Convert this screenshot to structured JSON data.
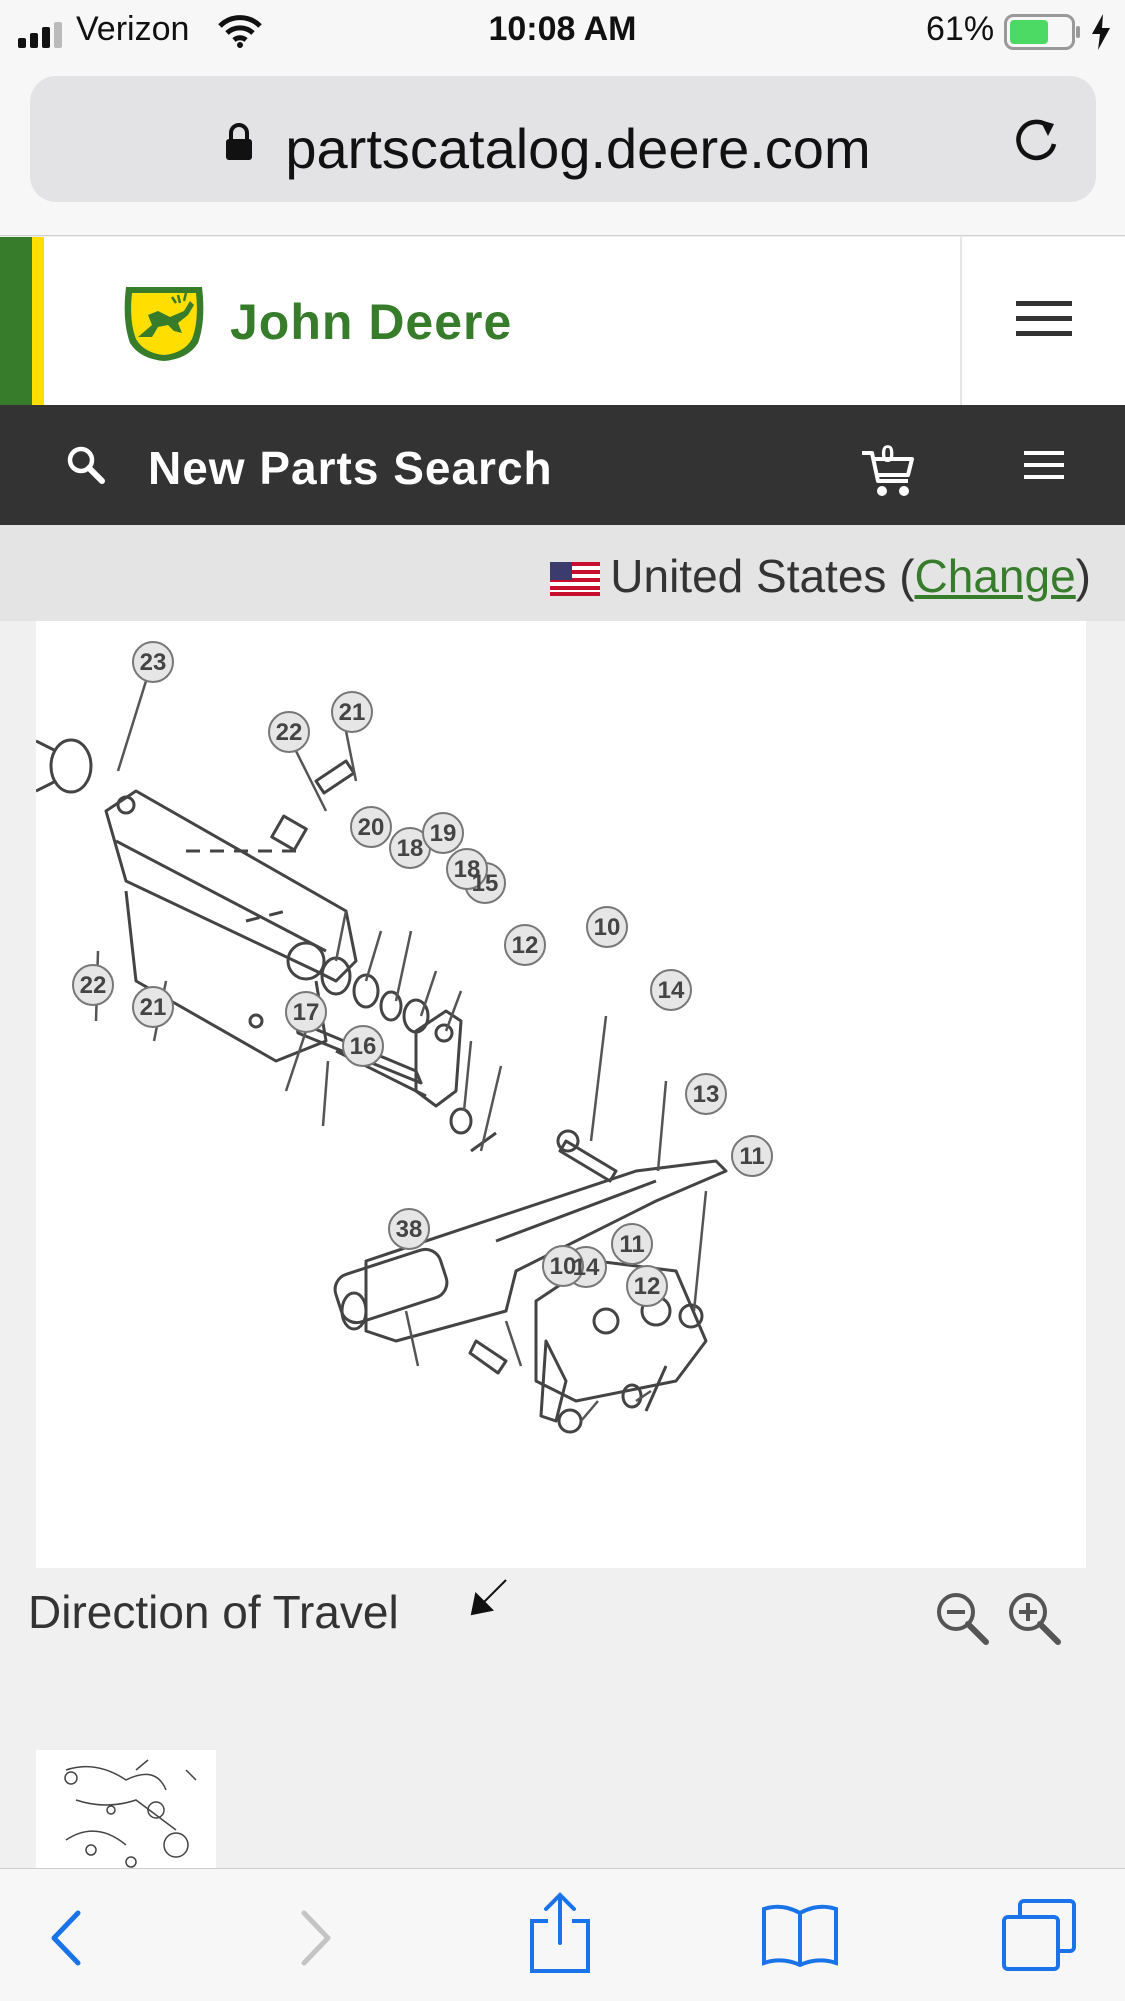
{
  "status_bar": {
    "carrier": "Verizon",
    "time": "10:08 AM",
    "battery_percent": "61%"
  },
  "browser": {
    "url": "partscatalog.deere.com"
  },
  "header": {
    "brand": "John Deere",
    "brand_color": "#367c2b",
    "accent_color": "#ffde00"
  },
  "nav": {
    "title": "New Parts Search",
    "cart_count": "0"
  },
  "country": {
    "name": "United States (",
    "change_label": "Change",
    "close_paren": ")"
  },
  "diagram": {
    "callouts": [
      "23",
      "22",
      "21",
      "20",
      "18",
      "19",
      "18",
      "15",
      "22",
      "21",
      "17",
      "16",
      "12",
      "10",
      "14",
      "13",
      "11",
      "38",
      "14",
      "11",
      "12",
      "10"
    ]
  },
  "caption": {
    "text": "Direction of Travel"
  }
}
